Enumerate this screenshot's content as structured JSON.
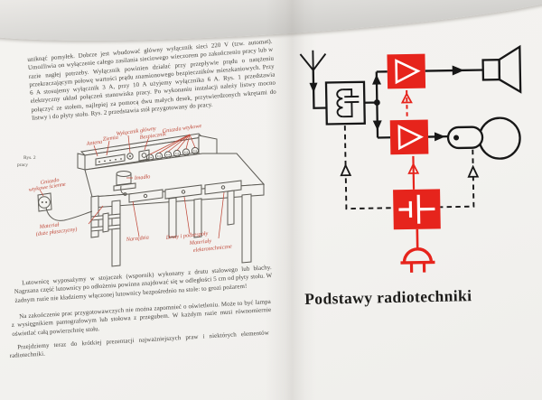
{
  "book": {
    "left_page": {
      "figure_caption": {
        "line1": "Rys. 2",
        "line2": "pracy"
      },
      "paragraphs": {
        "p1": "uniknąć pomyłek. Dobrze jest wbudować główny wyłącznik sieci 220 V (tzw. automat). Umożliwia on wyłączenie całego zasilania sieciowego wieczorem po zakończeniu pracy lub w razie nagłej potrzeby. Wyłącznik powinien działać przy przepływie prądu o natężeniu przekraczającym połowę wartości prądu znamionowego bezpieczników mieszkaniowych. Przy 6 A stosujemy wyłącznik 3 A, przy 10 A użyjemy wyłącznika 6 A. Rys. 1 przedstawia elektryczny układ połączeń stanowiska pracy. Po wykonaniu instalacji należy listwy mocno połączyć ze stołem, najlepiej za pomocą dwu małych desek, przytwierdzonych wkrętami do listwy i do płyty stołu. Rys. 2 przedstawia stół przygotowany do pracy.",
        "p2": "Lutownicę wyposażymy w stojaczek (wspornik) wykonany z drutu stalowego lub blachy. Nagrzana część lutownicy po odłożeniu powinna znajdować się w odległości 5 cm od płyty stołu. W żadnym razie nie kładziemy włączonej lutownicy bezpośrednio na stole: to grozi pożarem!",
        "p3": "Na zakończenie prac przygotowawczych nie można zapomnieć o oświetleniu. Może to być lampa z wysięgnikiem pantografowym lub stołowa z przegubem. W każdym razie musi równomiernie oświetlać całą powierzchnię stołu.",
        "p4": "Przejdziemy teraz do krótkiej prezentacji najważniejszych praw i niektórych elementów radiotechniki."
      },
      "workbench_labels": {
        "antena": "Antena",
        "ziemia": "Ziemia",
        "wylacznik_glowny": "Wyłącznik główny",
        "bezpiecznik": "Bezpiecznik",
        "gniazda_wtykowe": "Gniazda wtykowe",
        "imadlo": "Imadło",
        "gniazdo_scienne_l1": "Gniazdo",
        "gniazdo_scienne_l2": "wtykowe ścienne",
        "material_l1": "Materiał",
        "material_l2": "(duże płaszczyzny)",
        "narzedzia": "Narzędzia",
        "druty": "Druty i podzespoły",
        "materialy_l1": "Materiały",
        "materialy_l2": "elektrotechniczne"
      }
    },
    "right_page": {
      "heading": "Podstawy radiotechniki"
    },
    "colors": {
      "diagram_red": "#e6241c",
      "label_red": "#c0493a",
      "ink": "#46443f",
      "line_black": "#171717"
    }
  }
}
